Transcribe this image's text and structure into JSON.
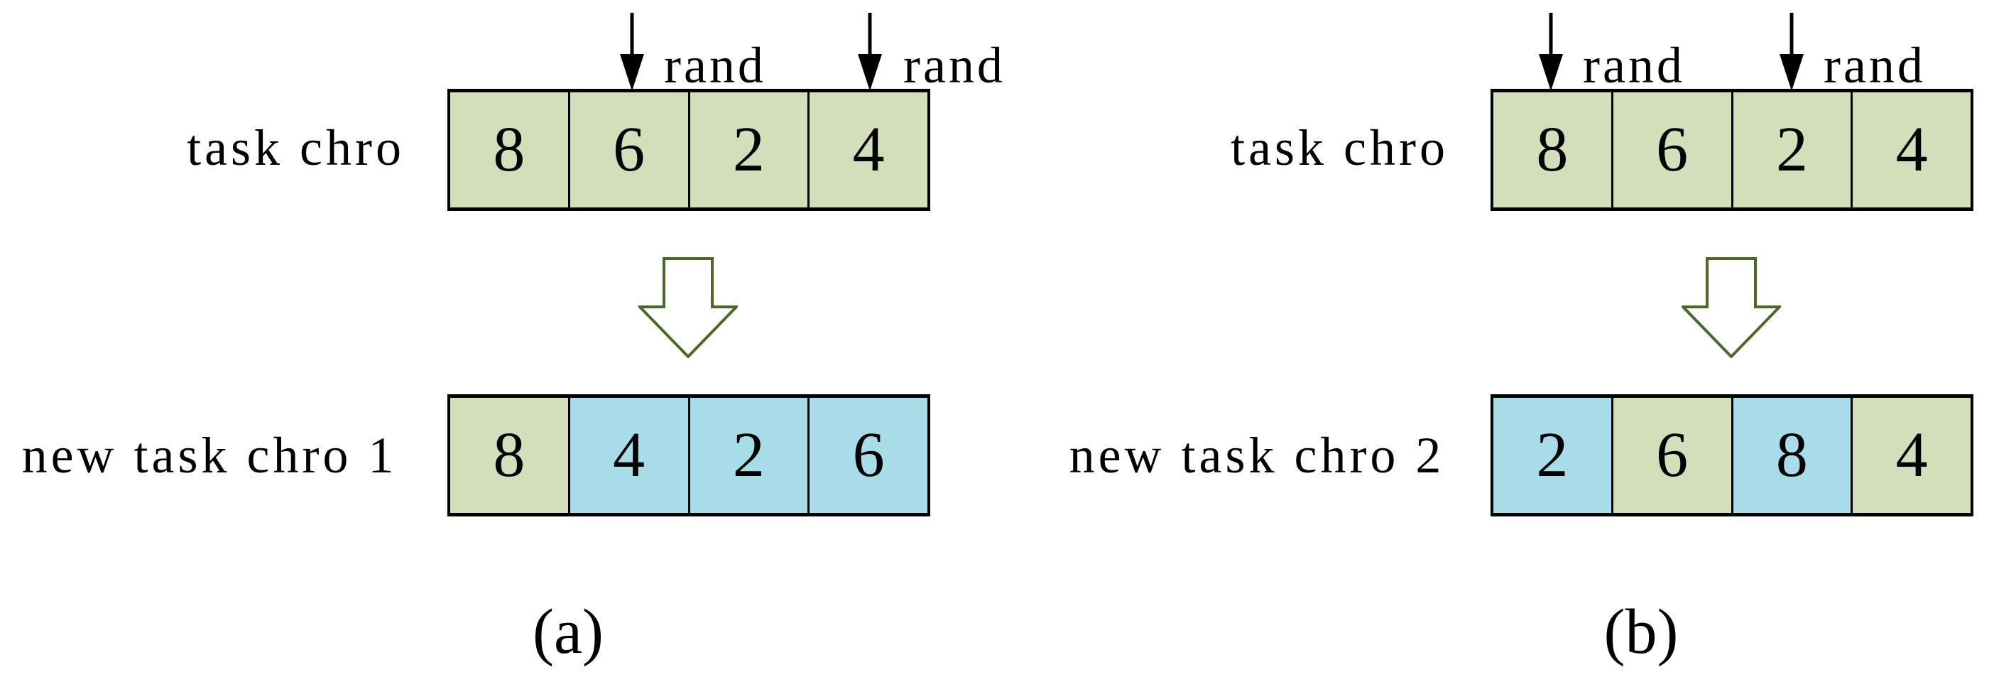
{
  "figure": {
    "type": "diagram",
    "description": "Swap mutation of task chromosomes producing two new task chromosomes",
    "palette": {
      "background": "#ffffff",
      "cell_green": "#d3deba",
      "cell_blue": "#a7dce8",
      "cell_border": "#000000",
      "cell_text": "#000000",
      "label_text": "#000000",
      "block_arrow_outline": "#4a682a",
      "rand_arrow": "#000000"
    },
    "panels": [
      {
        "caption": "(a)",
        "rand_arrows": [
          {
            "label": "rand",
            "targets_cell_index": 2
          },
          {
            "label": "rand",
            "targets_cell_index": 4
          }
        ],
        "top_row": {
          "label": "task chro",
          "cells": [
            {
              "value": "8",
              "color": "green"
            },
            {
              "value": "6",
              "color": "green"
            },
            {
              "value": "2",
              "color": "green"
            },
            {
              "value": "4",
              "color": "green"
            }
          ]
        },
        "bottom_row": {
          "label": "new task chro 1",
          "cells": [
            {
              "value": "8",
              "color": "green"
            },
            {
              "value": "4",
              "color": "blue"
            },
            {
              "value": "2",
              "color": "blue"
            },
            {
              "value": "6",
              "color": "blue"
            }
          ]
        }
      },
      {
        "caption": "(b)",
        "rand_arrows": [
          {
            "label": "rand",
            "targets_cell_index": 1
          },
          {
            "label": "rand",
            "targets_cell_index": 3
          }
        ],
        "top_row": {
          "label": "task chro",
          "cells": [
            {
              "value": "8",
              "color": "green"
            },
            {
              "value": "6",
              "color": "green"
            },
            {
              "value": "2",
              "color": "green"
            },
            {
              "value": "4",
              "color": "green"
            }
          ]
        },
        "bottom_row": {
          "label": "new task chro 2",
          "cells": [
            {
              "value": "2",
              "color": "blue"
            },
            {
              "value": "6",
              "color": "green"
            },
            {
              "value": "8",
              "color": "blue"
            },
            {
              "value": "4",
              "color": "green"
            }
          ]
        }
      }
    ]
  }
}
